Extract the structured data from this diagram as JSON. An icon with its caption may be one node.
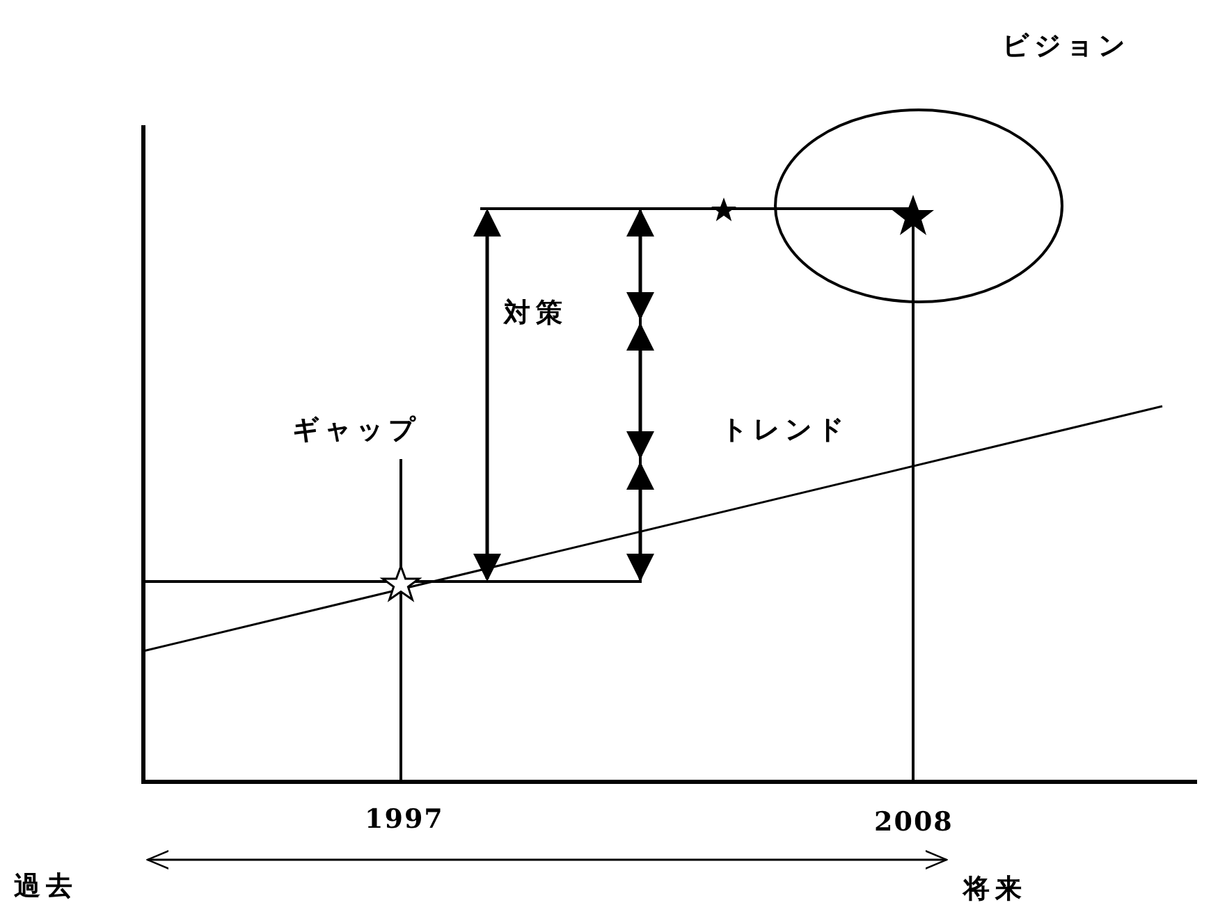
{
  "diagram": {
    "labels": [
      "ビジョン",
      "対策",
      "ギャップ",
      "トレンド",
      "1997",
      "2008",
      "過去",
      "将来"
    ]
  }
}
